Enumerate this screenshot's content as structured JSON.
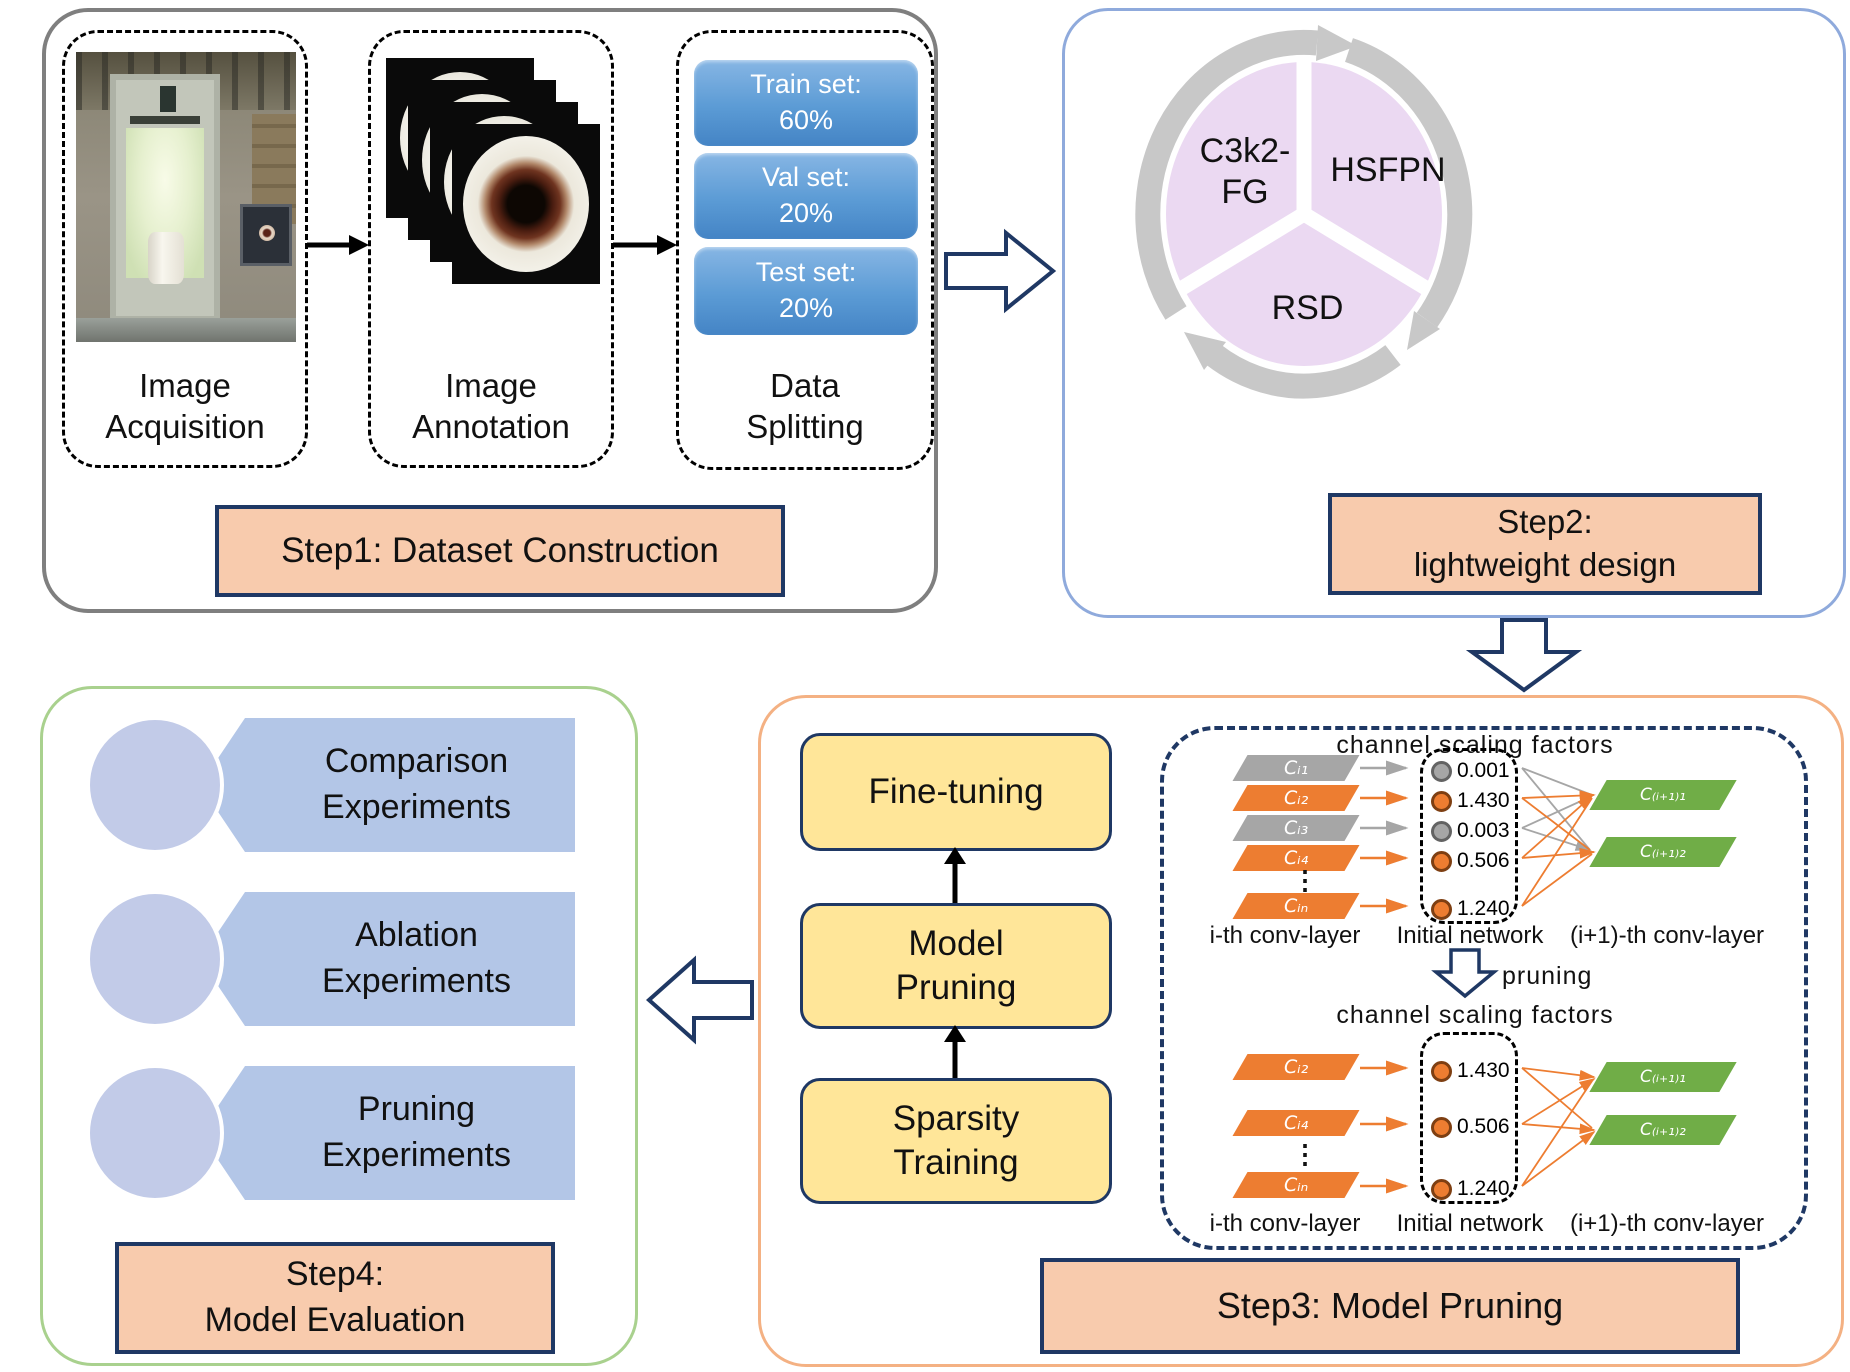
{
  "step1": {
    "label": "Step1:  Dataset Construction",
    "acquisition_label": "Image\nAcquisition",
    "annotation_label": "Image\nAnnotation",
    "splitting_label": "Data\nSplitting",
    "sets": [
      "Train set:\n60%",
      "Val set:\n20%",
      "Test set:\n20%"
    ]
  },
  "step2": {
    "label": "Step2:\nlightweight design",
    "cycle": [
      "C3k2-\nFG",
      "HSFPN",
      "RSD"
    ]
  },
  "step3": {
    "label": "Step3: Model Pruning",
    "pipeline": [
      "Fine-tuning",
      "Model\nPruning",
      "Sparsity\nTraining"
    ],
    "pruning_label": "pruning",
    "top": {
      "heading": "channel scaling factors",
      "channels": [
        {
          "name": "Cᵢ₁",
          "value": "0.001",
          "color": "gray"
        },
        {
          "name": "Cᵢ₂",
          "value": "1.430",
          "color": "orange"
        },
        {
          "name": "Cᵢ₃",
          "value": "0.003",
          "color": "gray"
        },
        {
          "name": "Cᵢ₄",
          "value": "0.506",
          "color": "orange"
        },
        {
          "name": "Cᵢₙ",
          "value": "1.240",
          "color": "orange"
        }
      ],
      "ellipsis": "⋮",
      "outputs": [
        "C₍ᵢ₊₁₎₁",
        "C₍ᵢ₊₁₎₂"
      ],
      "labels": [
        "i-th conv-layer",
        "Initial network",
        "(i+1)-th conv-layer"
      ]
    },
    "bottom": {
      "heading": "channel scaling factors",
      "channels": [
        {
          "name": "Cᵢ₂",
          "value": "1.430",
          "color": "orange"
        },
        {
          "name": "Cᵢ₄",
          "value": "0.506",
          "color": "orange"
        },
        {
          "name": "Cᵢₙ",
          "value": "1.240",
          "color": "orange"
        }
      ],
      "ellipsis": "⋮",
      "outputs": [
        "C₍ᵢ₊₁₎₁",
        "C₍ᵢ₊₁₎₂"
      ],
      "labels": [
        "i-th conv-layer",
        "Initial network",
        "(i+1)-th conv-layer"
      ]
    }
  },
  "step4": {
    "label": "Step4:\nModel Evaluation",
    "experiments": [
      "Comparison\nExperiments",
      "Ablation\nExperiments",
      "Pruning\nExperiments"
    ]
  },
  "colors": {
    "peach": "#F8CBAD",
    "navy": "#1F3864",
    "yellow": "#FFE699",
    "orange_border": "#F4B183",
    "green_border": "#A9D18E",
    "blue_border": "#8FAADC",
    "gray_border": "#7F7F7F",
    "banner_blue": "#B3C6E7",
    "pink": "#EBD9F2",
    "channel_orange": "#ED7D31",
    "channel_gray": "#A6A6A6",
    "output_green": "#70AD47",
    "set_blue": "#5B9BD5"
  }
}
